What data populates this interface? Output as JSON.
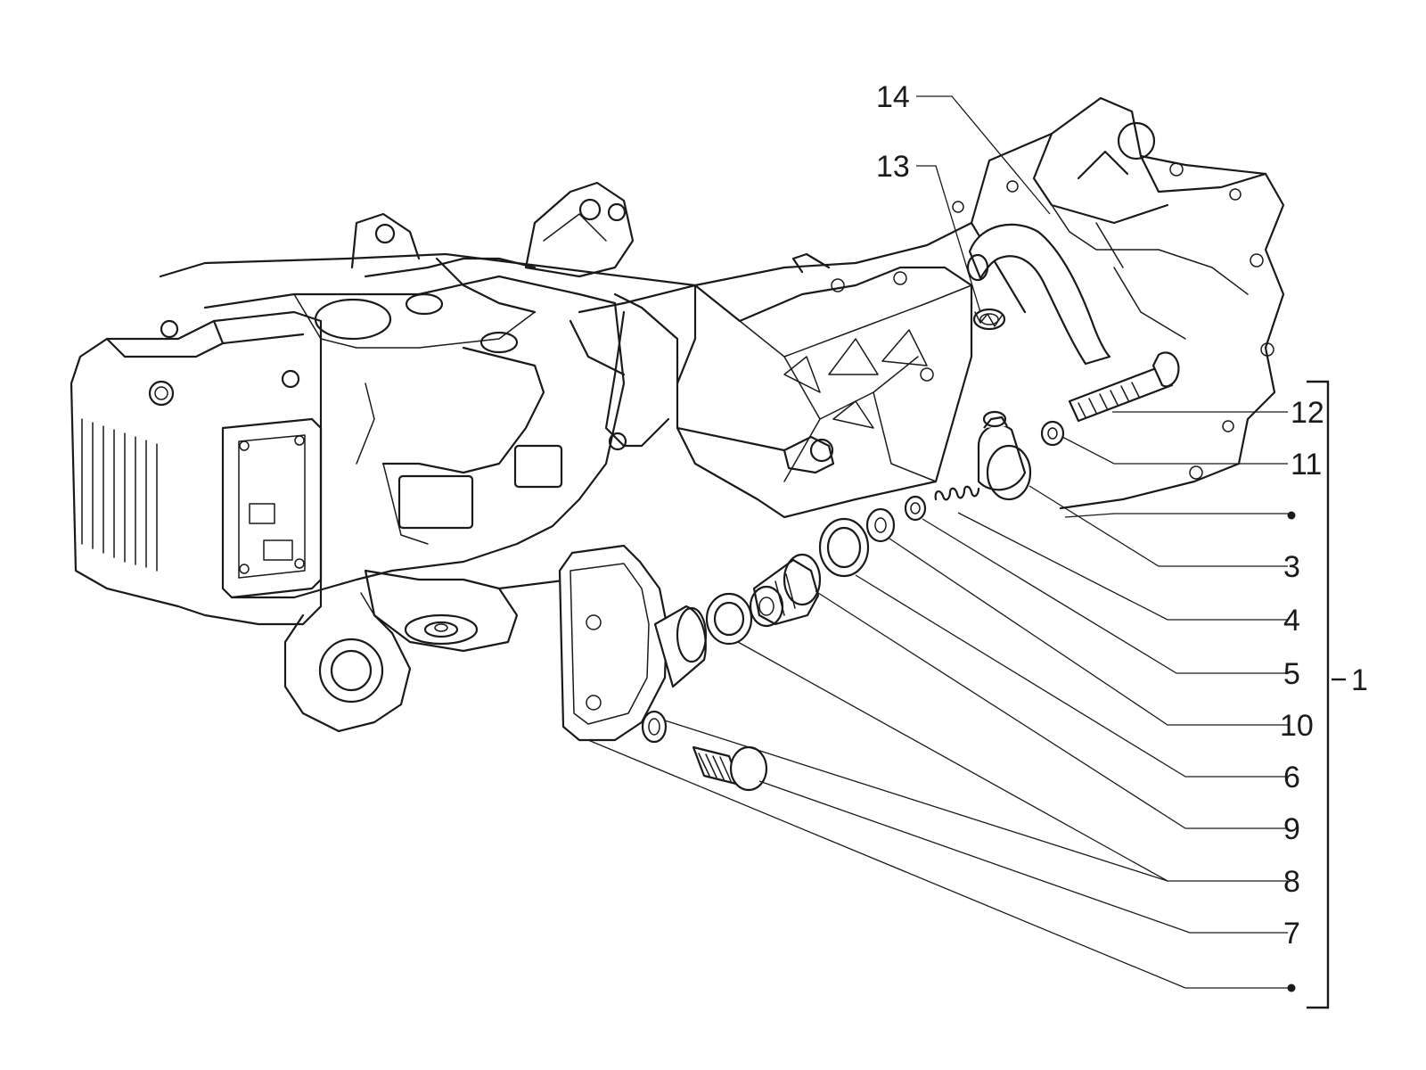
{
  "diagram": {
    "type": "exploded parts drawing",
    "labels": [
      {
        "id": "14",
        "text": "14"
      },
      {
        "id": "13",
        "text": "13"
      },
      {
        "id": "12",
        "text": "12"
      },
      {
        "id": "11",
        "text": "11"
      },
      {
        "id": "3",
        "text": "3"
      },
      {
        "id": "4",
        "text": "4"
      },
      {
        "id": "5",
        "text": "5"
      },
      {
        "id": "10",
        "text": "10"
      },
      {
        "id": "6",
        "text": "6"
      },
      {
        "id": "9",
        "text": "9"
      },
      {
        "id": "8",
        "text": "8"
      },
      {
        "id": "7",
        "text": "7"
      },
      {
        "id": "1",
        "text": "1"
      }
    ],
    "ink_color": "#1a1a1a",
    "background_color": "#ffffff"
  }
}
